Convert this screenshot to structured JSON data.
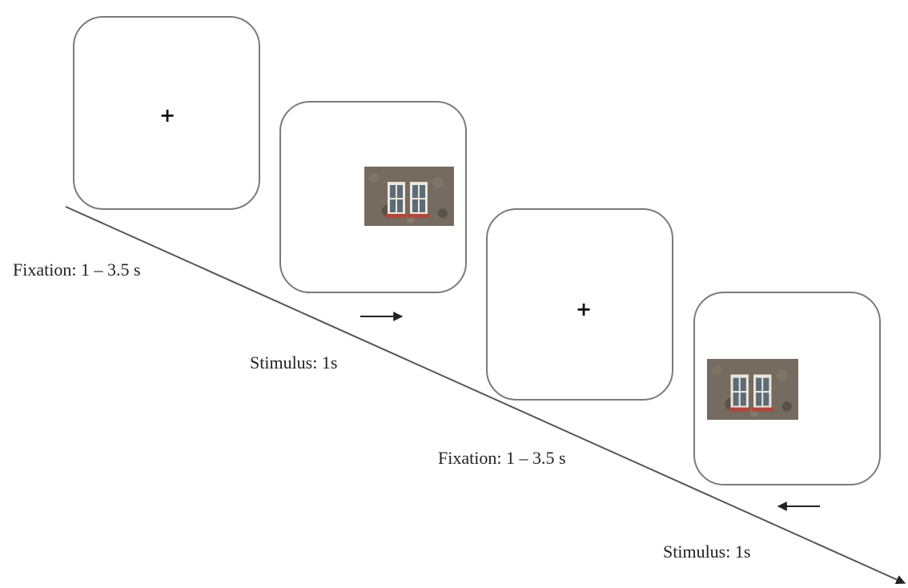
{
  "trial_sequence": [
    {
      "phase": "fixation",
      "label": "Fixation: 1 – 3.5 s",
      "symbol": "+"
    },
    {
      "phase": "stimulus",
      "label": "Stimulus: 1s",
      "response_arrow": "right",
      "image": "window-on-stone-wall"
    },
    {
      "phase": "fixation",
      "label": "Fixation: 1 – 3.5 s",
      "symbol": "+"
    },
    {
      "phase": "stimulus",
      "label": "Stimulus: 1s",
      "response_arrow": "left",
      "image": "window-on-stone-wall"
    }
  ],
  "colors": {
    "frame": "#7a7a7a",
    "timeline": "#555555",
    "text": "#222222",
    "stone": "#6b6258",
    "window_frame": "#ece6dc",
    "glass": "#5d6c78",
    "flower_box": "#b0473c"
  }
}
